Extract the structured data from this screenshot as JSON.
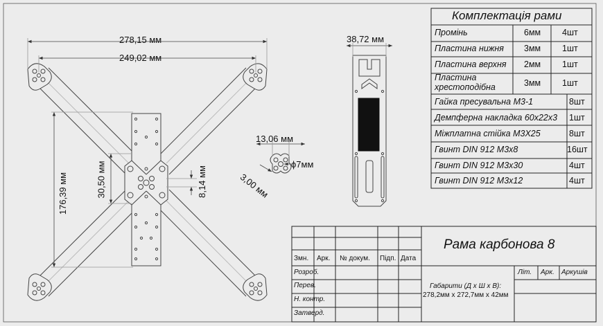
{
  "dimensions": {
    "overall_width": "278,15 мм",
    "motor_span": "249,02 мм",
    "length": "176,39 мм",
    "stack_mount_1": "30,50 мм",
    "stack_mount_2": "8,14 мм",
    "plate_width": "38,72 мм",
    "clamp_width": "13,06 мм",
    "hole_diameter": "ϕ7мм",
    "clamp_offset": "3,00 мм"
  },
  "bom": {
    "title": "Комплектація рами",
    "rows": [
      {
        "name": "Промінь",
        "thickness": "6мм",
        "qty": "4шт"
      },
      {
        "name": "Пластина нижня",
        "thickness": "3мм",
        "qty": "1шт"
      },
      {
        "name": "Пластина верхня",
        "thickness": "2мм",
        "qty": "1шт"
      },
      {
        "name": "Пластина",
        "name2": "хрестоподібна",
        "thickness": "3мм",
        "qty": "1шт"
      },
      {
        "name": "Гайка пресувальна М3-1",
        "qty": "8шт"
      },
      {
        "name": "Демпферна накладка 60х22х3",
        "qty": "1шт"
      },
      {
        "name": "Міжплатна стійка М3Х25",
        "qty": "8шт"
      },
      {
        "name": "Гвинт DIN 912 М3х8",
        "qty": "16шт"
      },
      {
        "name": "Гвинт DIN 912 М3х30",
        "qty": "4шт"
      },
      {
        "name": "Гвинт DIN 912 М3х12",
        "qty": "4шт"
      }
    ]
  },
  "title_block": {
    "title": "Рама карбонова 8",
    "headers": [
      "Змн.",
      "Арк.",
      "№ докум.",
      "Підп.",
      "Дата"
    ],
    "roles": [
      "Розроб.",
      "Перев.",
      "Н. контр.",
      "Затверд."
    ],
    "info": [
      "Літ.",
      "Арк.",
      "Аркушів"
    ],
    "dims_line1": "Габарити (Д х Ш х В):",
    "dims_line2": "278,2мм х 272,7мм х 42мм"
  }
}
